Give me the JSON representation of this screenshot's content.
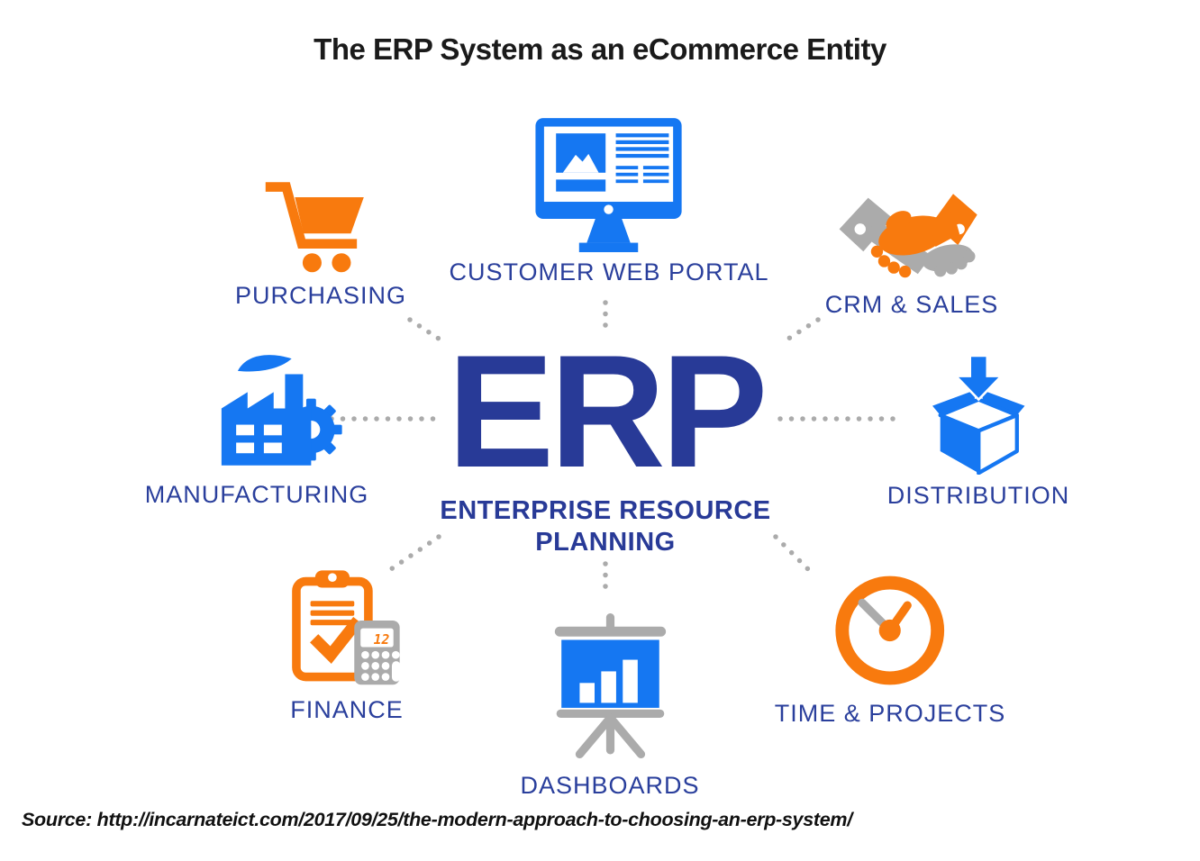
{
  "title": "The ERP System as an eCommerce Entity",
  "center": {
    "acronym": "ERP",
    "subtitle_line1": "ENTERPRISE RESOURCE",
    "subtitle_line2": "PLANNING"
  },
  "nodes": {
    "purchasing": {
      "label": "PURCHASING",
      "icon": "shopping-cart-icon"
    },
    "customer_web_portal": {
      "label": "CUSTOMER WEB PORTAL",
      "icon": "desktop-monitor-icon"
    },
    "crm_sales": {
      "label": "CRM & SALES",
      "icon": "handshake-icon"
    },
    "manufacturing": {
      "label": "MANUFACTURING",
      "icon": "factory-gear-icon"
    },
    "distribution": {
      "label": "DISTRIBUTION",
      "icon": "open-box-arrow-icon"
    },
    "finance": {
      "label": "FINANCE",
      "icon": "clipboard-calculator-icon"
    },
    "dashboards": {
      "label": "DASHBOARDS",
      "icon": "presentation-chart-icon"
    },
    "time_projects": {
      "label": "TIME & PROJECTS",
      "icon": "clock-icon"
    }
  },
  "finance_calculator_display": "12",
  "source_text": "Source: http://incarnateict.com/2017/09/25/the-modern-approach-to-choosing-an-erp-system/",
  "colors": {
    "orange": "#F87A0E",
    "blue": "#1577F2",
    "navy": "#283A97",
    "label_blue": "#2A3F9C",
    "connector_gray": "#ABABAB",
    "title_black": "#1A1A1A"
  }
}
